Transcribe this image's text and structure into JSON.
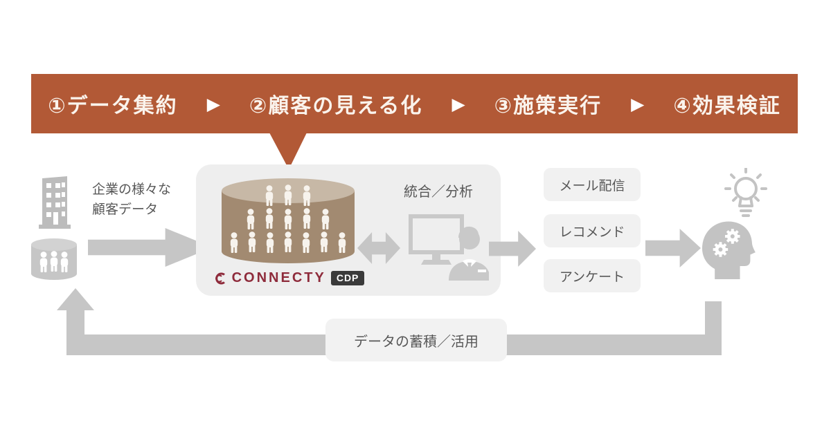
{
  "banner": {
    "bg_color": "#b25936",
    "text_color": "#faf3ec",
    "separator_icon": "▶",
    "steps": [
      "①データ集約",
      "②顧客の見える化",
      "③施策実行",
      "④効果検証"
    ]
  },
  "source_group": {
    "caption_line1": "企業の様々な",
    "caption_line2": "顧客データ"
  },
  "cdp_panel": {
    "logo_text": "CONNECTY",
    "logo_badge": "CDP",
    "analysis_label": "統合／分析"
  },
  "actions": {
    "items": [
      "メール配信",
      "レコメンド",
      "アンケート"
    ]
  },
  "feedback": {
    "label": "データの蓄積／活用"
  },
  "colors": {
    "banner": "#b25936",
    "panel": "#eeeeee",
    "arrow": "#c6c6c6",
    "icon_gray": "#c3c3c3",
    "cylinder_body": "#a28a71",
    "cylinder_top": "#c7b8a6",
    "logo_red": "#8e2b3b",
    "badge_bg": "#3a3a3a",
    "text_gray": "#575757"
  }
}
